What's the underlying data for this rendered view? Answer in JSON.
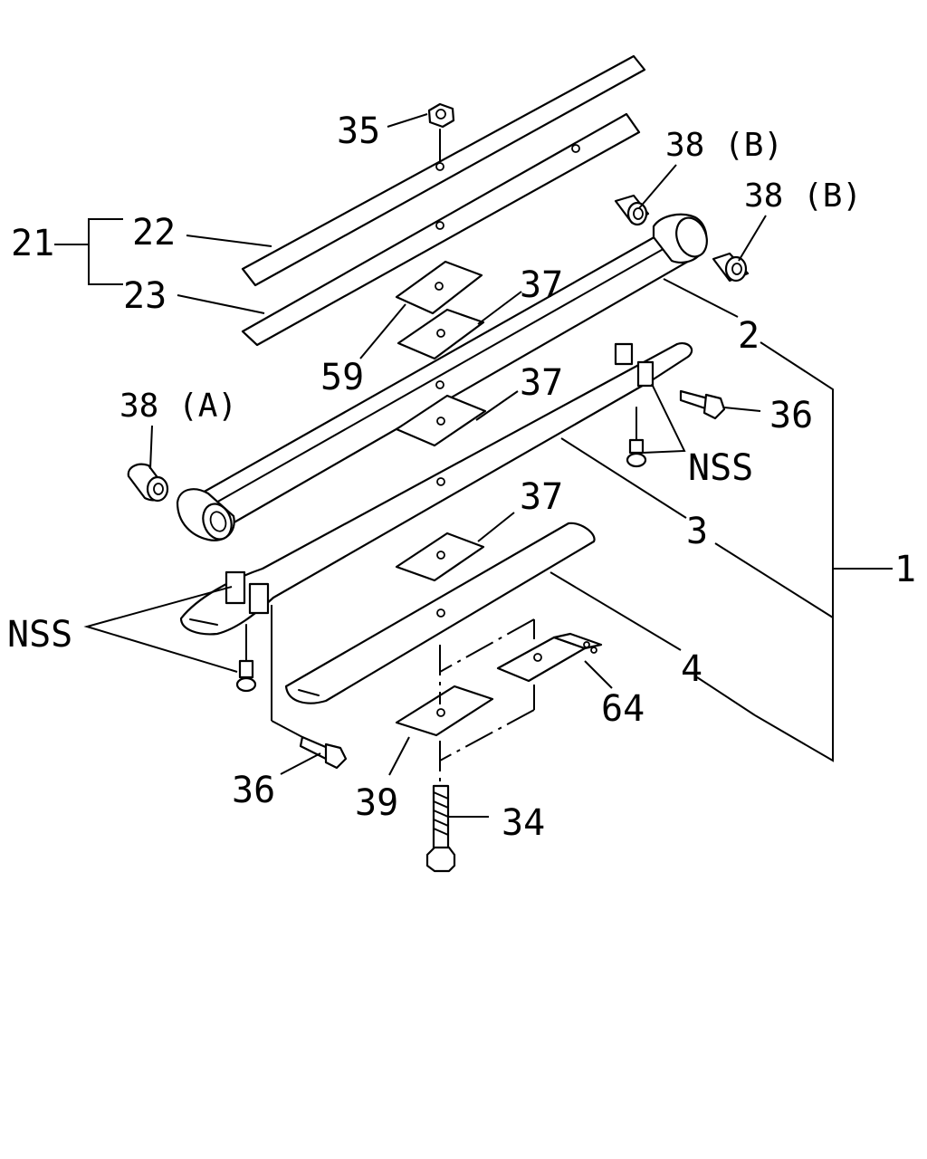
{
  "labels": {
    "l35": "35",
    "l38b_top": "38 (B)",
    "l38b_right": "38 (B)",
    "l21": "21",
    "l22": "22",
    "l23": "23",
    "l37_a": "37",
    "l59": "59",
    "l2": "2",
    "l38a": "38 (A)",
    "l37_b": "37",
    "l36_right": "36",
    "l_nss_right": "NSS",
    "l3": "3",
    "l37_c": "37",
    "l1": "1",
    "l_nss_left": "NSS",
    "l4": "4",
    "l64": "64",
    "l36_left": "36",
    "l39": "39",
    "l34": "34"
  }
}
